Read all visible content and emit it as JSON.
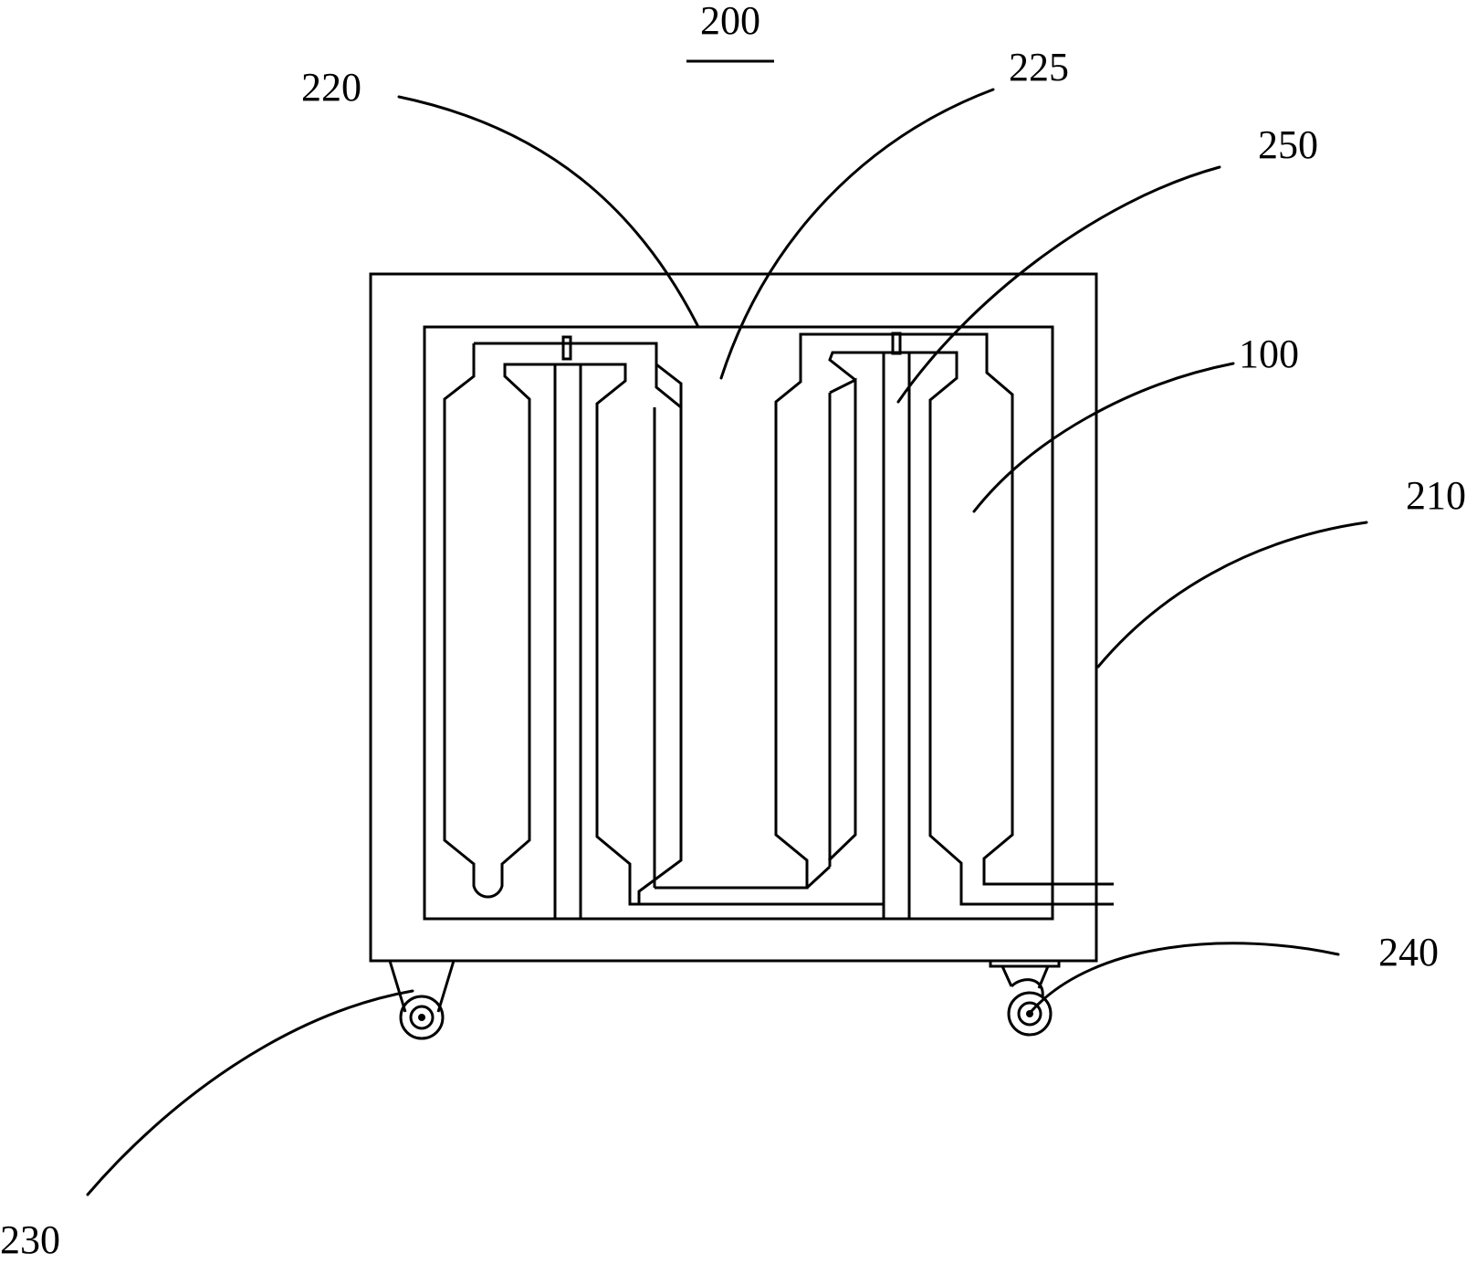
{
  "figure": {
    "number": "200",
    "labels": {
      "l220": "220",
      "l225": "225",
      "l250": "250",
      "l100": "100",
      "l210": "210",
      "l240": "240",
      "l230": "230"
    }
  },
  "colors": {
    "line": "#000000",
    "background": "#ffffff"
  }
}
